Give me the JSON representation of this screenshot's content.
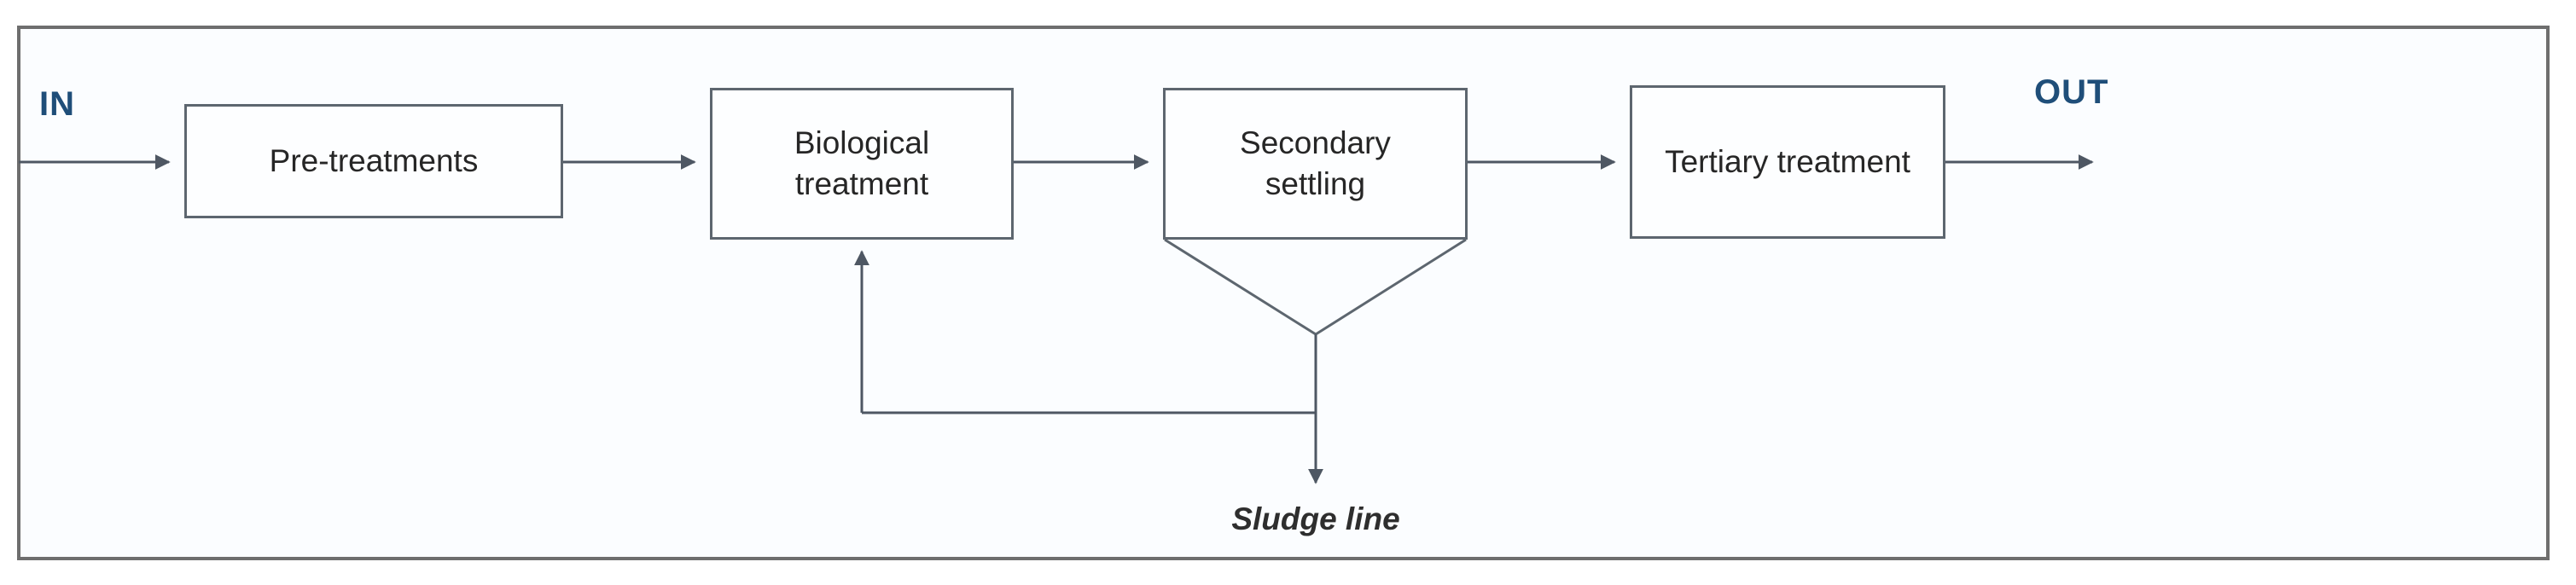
{
  "diagram": {
    "title_context": "Wastewater treatment process flow",
    "in_label": "IN",
    "out_label": "OUT",
    "sludge_label": "Sludge line",
    "nodes": [
      {
        "id": "pre-treatments",
        "label": "Pre-treatments"
      },
      {
        "id": "biological-treatment",
        "label": "Biological treatment"
      },
      {
        "id": "secondary-settling",
        "label": "Secondary settling"
      },
      {
        "id": "tertiary-treatment",
        "label": "Tertiary treatment"
      }
    ],
    "edges": [
      {
        "from": "IN",
        "to": "pre-treatments"
      },
      {
        "from": "pre-treatments",
        "to": "biological-treatment"
      },
      {
        "from": "biological-treatment",
        "to": "secondary-settling"
      },
      {
        "from": "secondary-settling",
        "to": "tertiary-treatment"
      },
      {
        "from": "tertiary-treatment",
        "to": "OUT"
      },
      {
        "from": "secondary-settling",
        "to": "biological-treatment",
        "type": "sludge-recycle"
      },
      {
        "from": "secondary-settling",
        "to": "sludge-line-out",
        "type": "sludge-waste"
      }
    ],
    "colors": {
      "io_text_blue": "#1f4e79",
      "line_gray": "#4e5763",
      "box_border_gray": "#5d666f",
      "box_text": "#262626",
      "frame_border": "#6e6e6e"
    }
  }
}
